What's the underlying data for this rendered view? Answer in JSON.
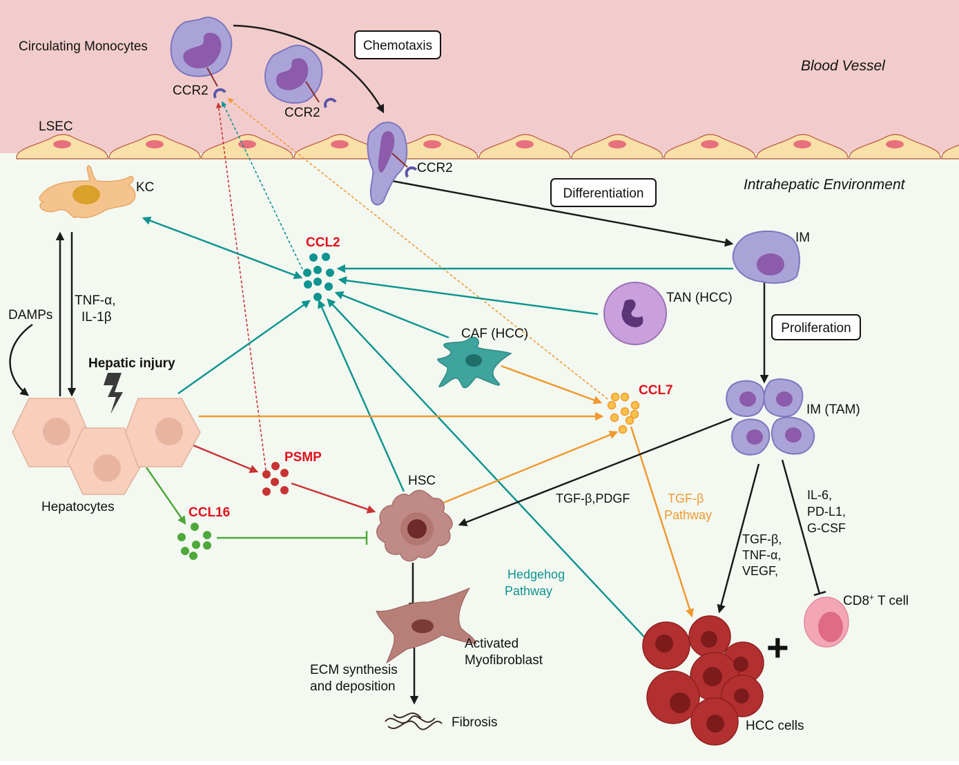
{
  "regions": {
    "blood_vessel": "Blood  Vessel",
    "intrahepatic": "Intrahepatic Environment"
  },
  "colors": {
    "blood_bg": "#f2cccc",
    "tissue_bg": "#f3f8f1",
    "ccl2": "#0f9490",
    "ccl7": "#f0992e",
    "psmp": "#c63332",
    "ccl16": "#4ea83a",
    "label_red": "#e0111d",
    "monocyte": "#a9a3d8",
    "nucleus": "#8c5bab"
  },
  "boxes": {
    "chemotaxis": "Chemotaxis",
    "differentiation": "Differentiation",
    "proliferation": "Proliferation"
  },
  "cells": {
    "circulating_monocytes": "Circulating Monocytes",
    "ccr2_1": "CCR2",
    "ccr2_2": "CCR2",
    "ccr2_3": "CCR2",
    "lsec": "LSEC",
    "kc": "KC",
    "im": "IM",
    "tan": "TAN (HCC)",
    "caf": "CAF (HCC)",
    "im_tam": "IM (TAM)",
    "hepatocytes": "Hepatocytes",
    "hsc": "HSC",
    "myofibroblast_1": "Activated",
    "myofibroblast_2": "Myofibroblast",
    "fibrosis": "Fibrosis",
    "hcc_cells": "HCC cells",
    "cd8_main": "CD8",
    "cd8_sup": "+",
    "cd8_tail": " T cell"
  },
  "chemokines": {
    "ccl2": "CCL2",
    "ccl7": "CCL7",
    "psmp": "PSMP",
    "ccl16": "CCL16"
  },
  "annotations": {
    "damps": "DAMPs",
    "tnf_1": "TNF-α,",
    "tnf_2": "IL-1β",
    "hepatic_injury": "Hepatic  injury",
    "tgf_pdgf": "TGF-β,PDGF",
    "tgf_pathway_1": "TGF-β",
    "tgf_pathway_2": "Pathway",
    "hedgehog_1": "Hedgehog",
    "hedgehog_2": "Pathway",
    "tam_hcc_1": "TGF-β,",
    "tam_hcc_2": "TNF-α,",
    "tam_hcc_3": "VEGF,",
    "tam_cd8_1": "IL-6,",
    "tam_cd8_2": "PD-L1,",
    "tam_cd8_3": "G-CSF",
    "ecm_1": "ECM synthesis",
    "ecm_2": "and deposition",
    "plus": "+"
  }
}
